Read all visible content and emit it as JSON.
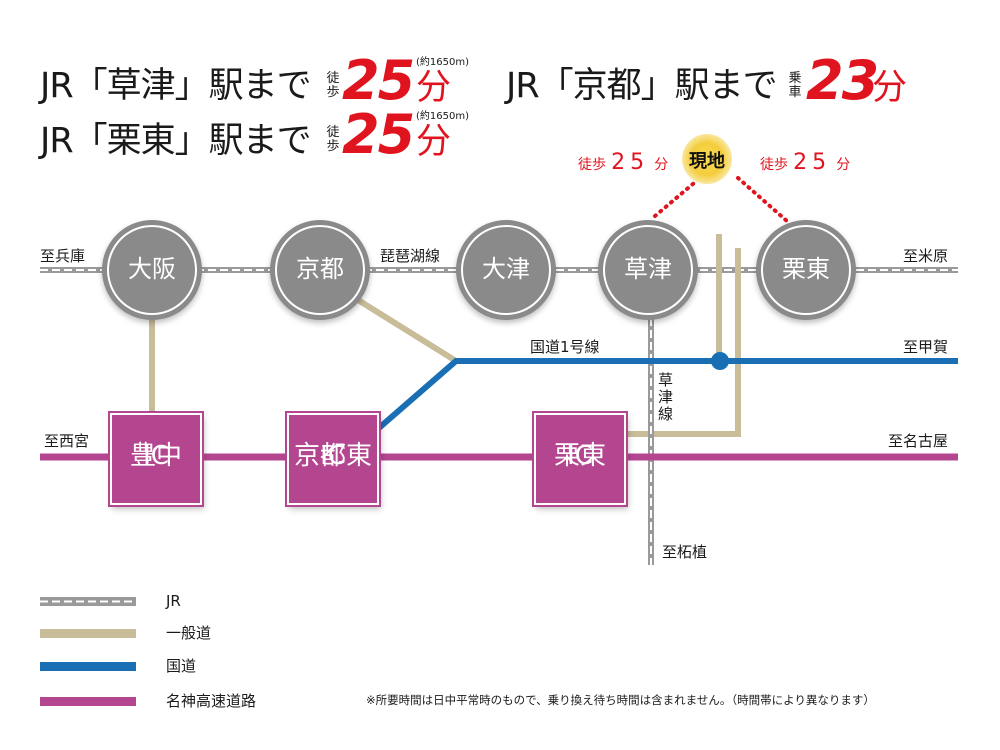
{
  "headers": {
    "kusatsu": {
      "text": "JR「草津」駅まで",
      "mode": "徒歩",
      "distance": "(約1650m)",
      "number": "25",
      "unit": "分"
    },
    "ritto": {
      "text": "JR「栗東」駅まで",
      "mode": "徒歩",
      "distance": "(約1650m)",
      "number": "25",
      "unit": "分"
    },
    "kyoto": {
      "text": "JR「京都」駅まで",
      "mode": "乗車",
      "number": "23",
      "unit": "分"
    }
  },
  "site": {
    "label": "現地",
    "walk_left": {
      "prefix": "徒歩",
      "number": "25",
      "unit": "分"
    },
    "walk_right": {
      "prefix": "徒歩",
      "number": "25",
      "unit": "分"
    }
  },
  "stations": [
    "大阪",
    "京都",
    "大津",
    "草津",
    "栗東"
  ],
  "interchanges": [
    {
      "line1": "豊中",
      "line2": "IC"
    },
    {
      "line1": "京都東",
      "line2": "IC"
    },
    {
      "line1": "栗東",
      "line2": "IC"
    }
  ],
  "labels": {
    "to_hyogo": "至兵庫",
    "to_maibara": "至米原",
    "biwako_line": "琵琶湖線",
    "route1": "国道1号線",
    "to_koka": "至甲賀",
    "to_nishinomiya": "至西宮",
    "to_nagoya": "至名古屋",
    "kusatsu_line": [
      "草",
      "津",
      "線"
    ],
    "to_tsuge": "至柘植"
  },
  "legend": [
    {
      "label": "JR",
      "color": "#999999",
      "style": "dashed"
    },
    {
      "label": "一般道",
      "color": "#c9bc98",
      "style": "solid"
    },
    {
      "label": "国道",
      "color": "#1a6fb4",
      "style": "solid"
    },
    {
      "label": "名神高速道路",
      "color": "#b44690",
      "style": "solid"
    }
  ],
  "note": "※所要時間は日中平常時のもので、乗り換え待ち時間は含まれません。（時間帯により異なります）",
  "colors": {
    "accent_red": "#e0141e",
    "station_gray": "#8a8a8a",
    "expressway": "#b44690",
    "national_road": "#1a6fb4",
    "general_road": "#c9bc98"
  }
}
